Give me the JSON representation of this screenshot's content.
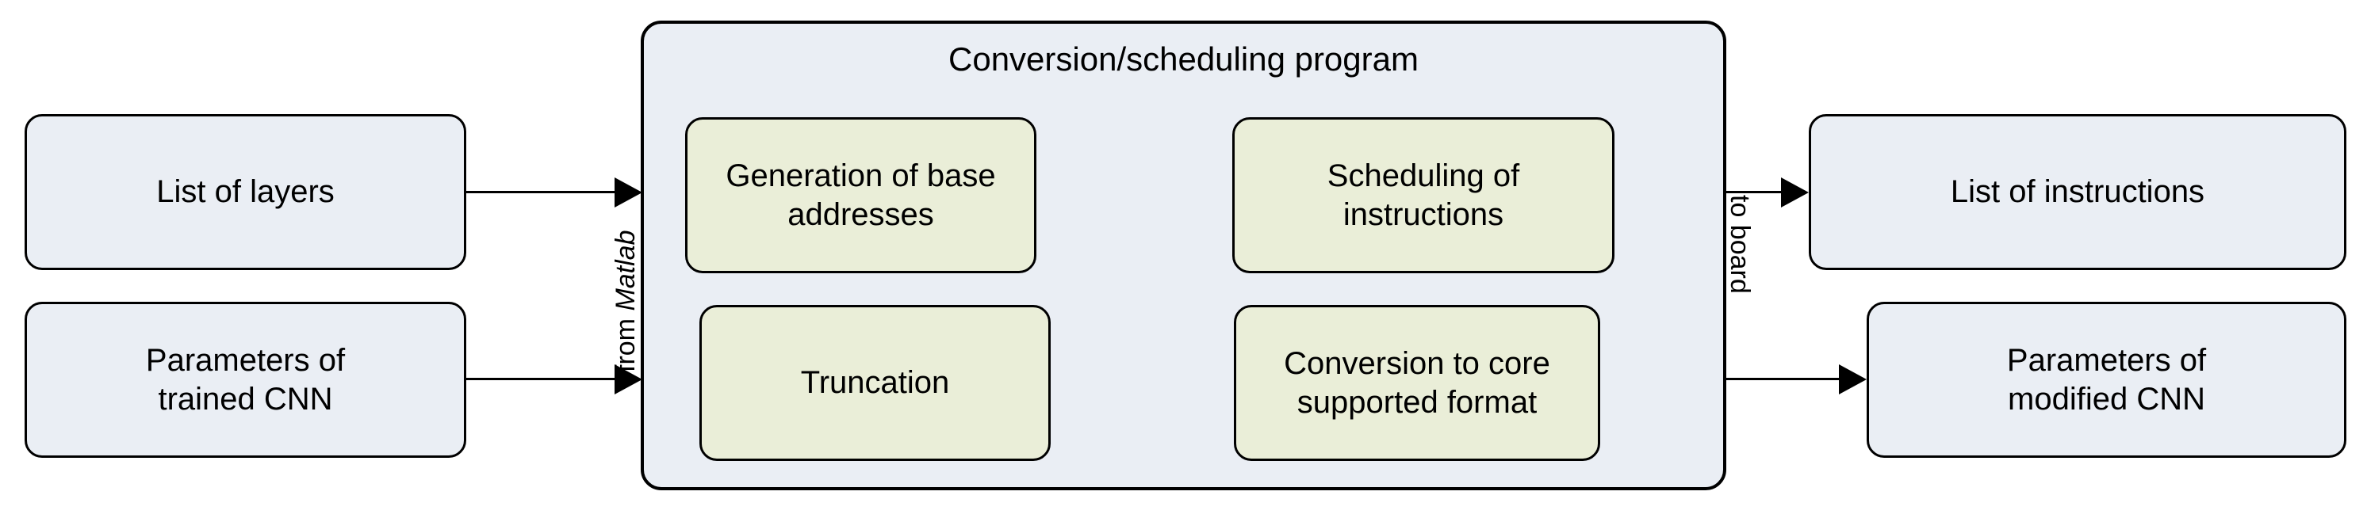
{
  "diagram": {
    "title": "CNN conversion and scheduling toolchain flow",
    "colors": {
      "io_fill": "#eaeef4",
      "process_fill": "#eaeed8",
      "stroke": "#000000",
      "background": "#ffffff"
    },
    "inputs": [
      {
        "id": "list-of-layers",
        "label": "List of layers"
      },
      {
        "id": "params-trained-cnn",
        "label": "Parameters of\ntrained CNN",
        "line1": "Parameters of",
        "line2": "trained CNN"
      }
    ],
    "container": {
      "title": "Conversion/scheduling program",
      "steps": [
        {
          "id": "gen-base-addresses",
          "line1": "Generation of base",
          "line2": "addresses"
        },
        {
          "id": "scheduling-instructions",
          "line1": "Scheduling of",
          "line2": "instructions"
        },
        {
          "id": "truncation",
          "line1": "Truncation",
          "line2": ""
        },
        {
          "id": "conversion-core-format",
          "line1": "Conversion to core",
          "line2": "supported format"
        }
      ]
    },
    "outputs": [
      {
        "id": "list-of-instructions",
        "label": "List of instructions"
      },
      {
        "id": "params-modified-cnn",
        "label": "Parameters of\nmodified CNN",
        "line1": "Parameters of",
        "line2": "modified CNN"
      }
    ],
    "edge_labels": {
      "input_edge_plain": "from ",
      "input_edge_emphasis": "Matlab",
      "output_edge": "to board"
    }
  }
}
